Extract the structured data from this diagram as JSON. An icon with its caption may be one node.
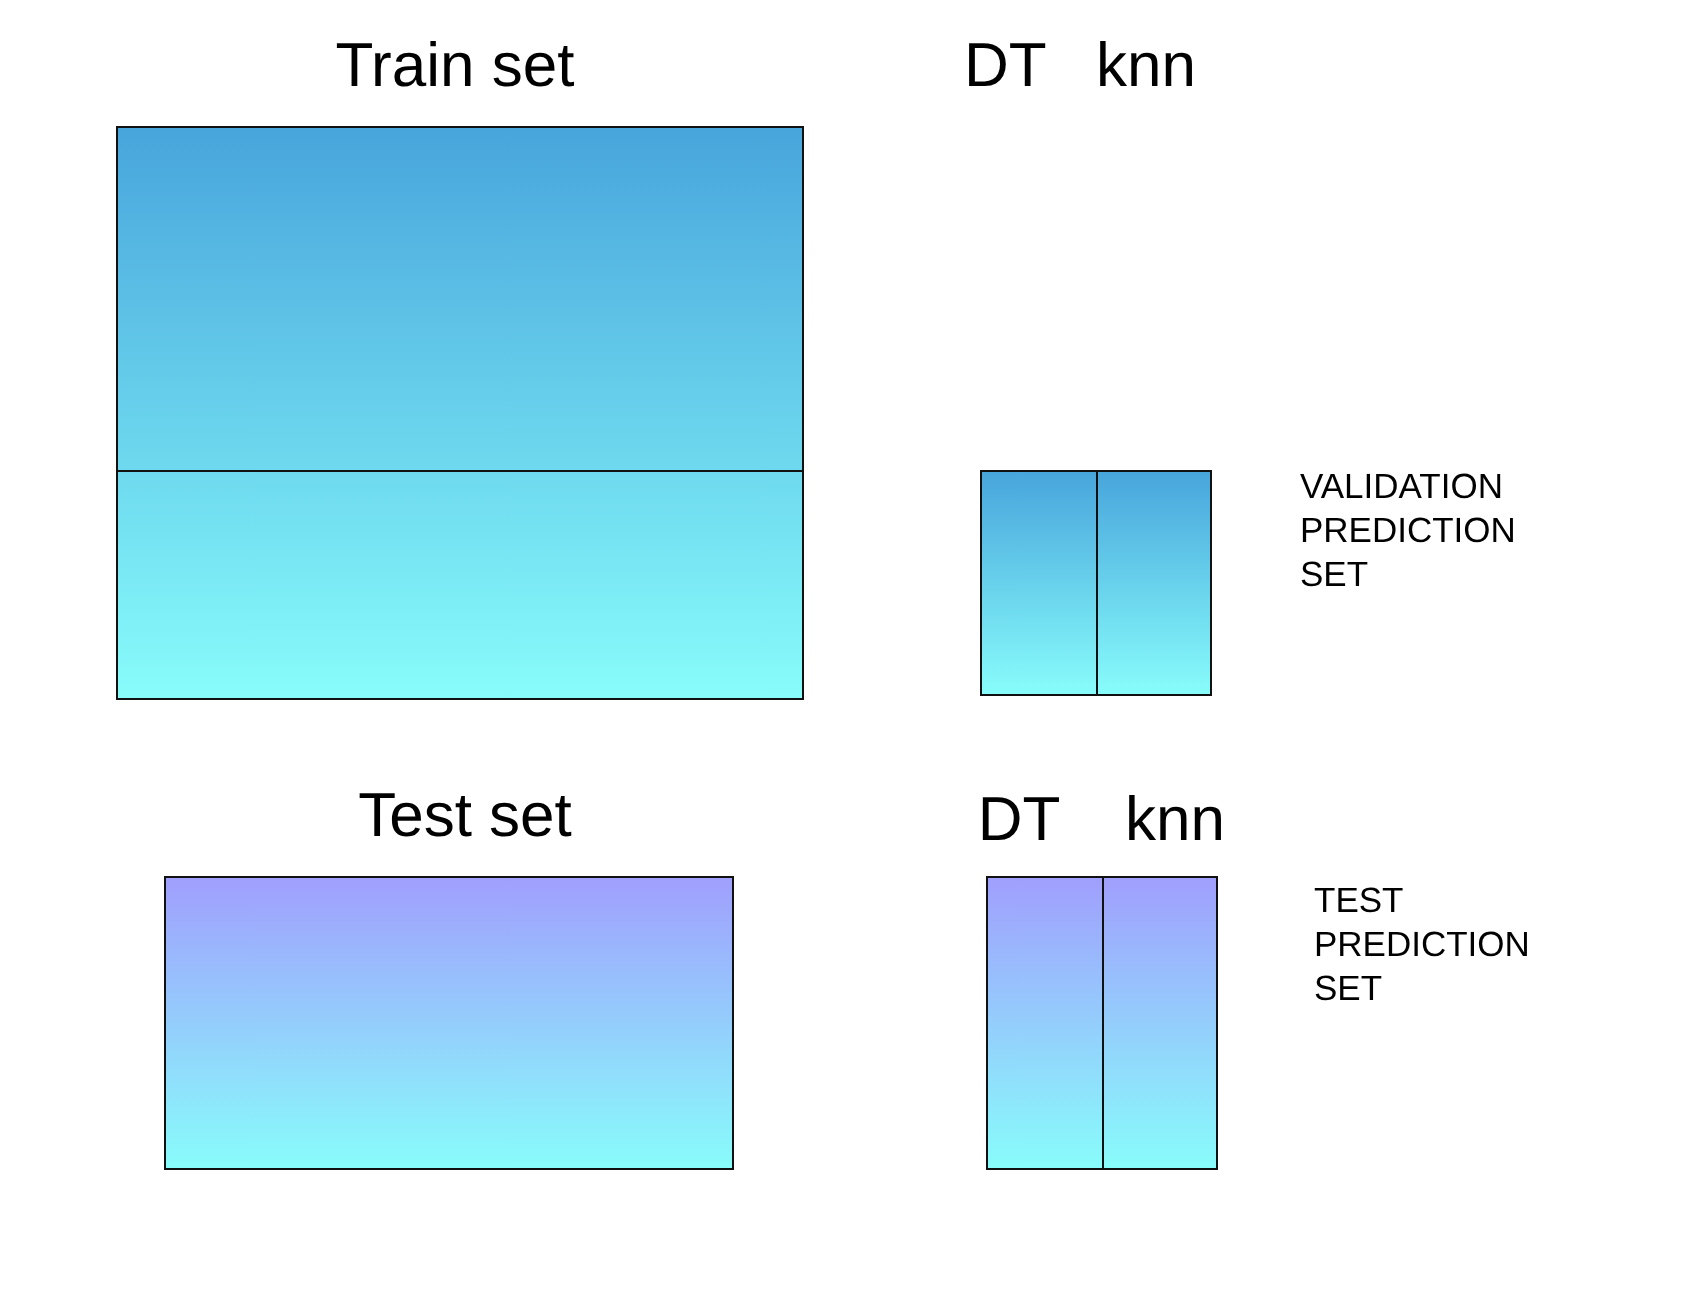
{
  "diagram": {
    "nodes": [
      {
        "text": [
          "Train set"
        ]
      },
      {
        "text": [],
        "shape": "box"
      },
      {
        "text": [
          "Test set"
        ]
      },
      {
        "text": [
          "DT"
        ]
      },
      {
        "text": [
          "knn"
        ]
      }
    ],
    "labels": [
      "DT",
      "knn",
      "VALIDATION PREDICTION SET",
      "TEST PREDICTION SET"
    ]
  }
}
